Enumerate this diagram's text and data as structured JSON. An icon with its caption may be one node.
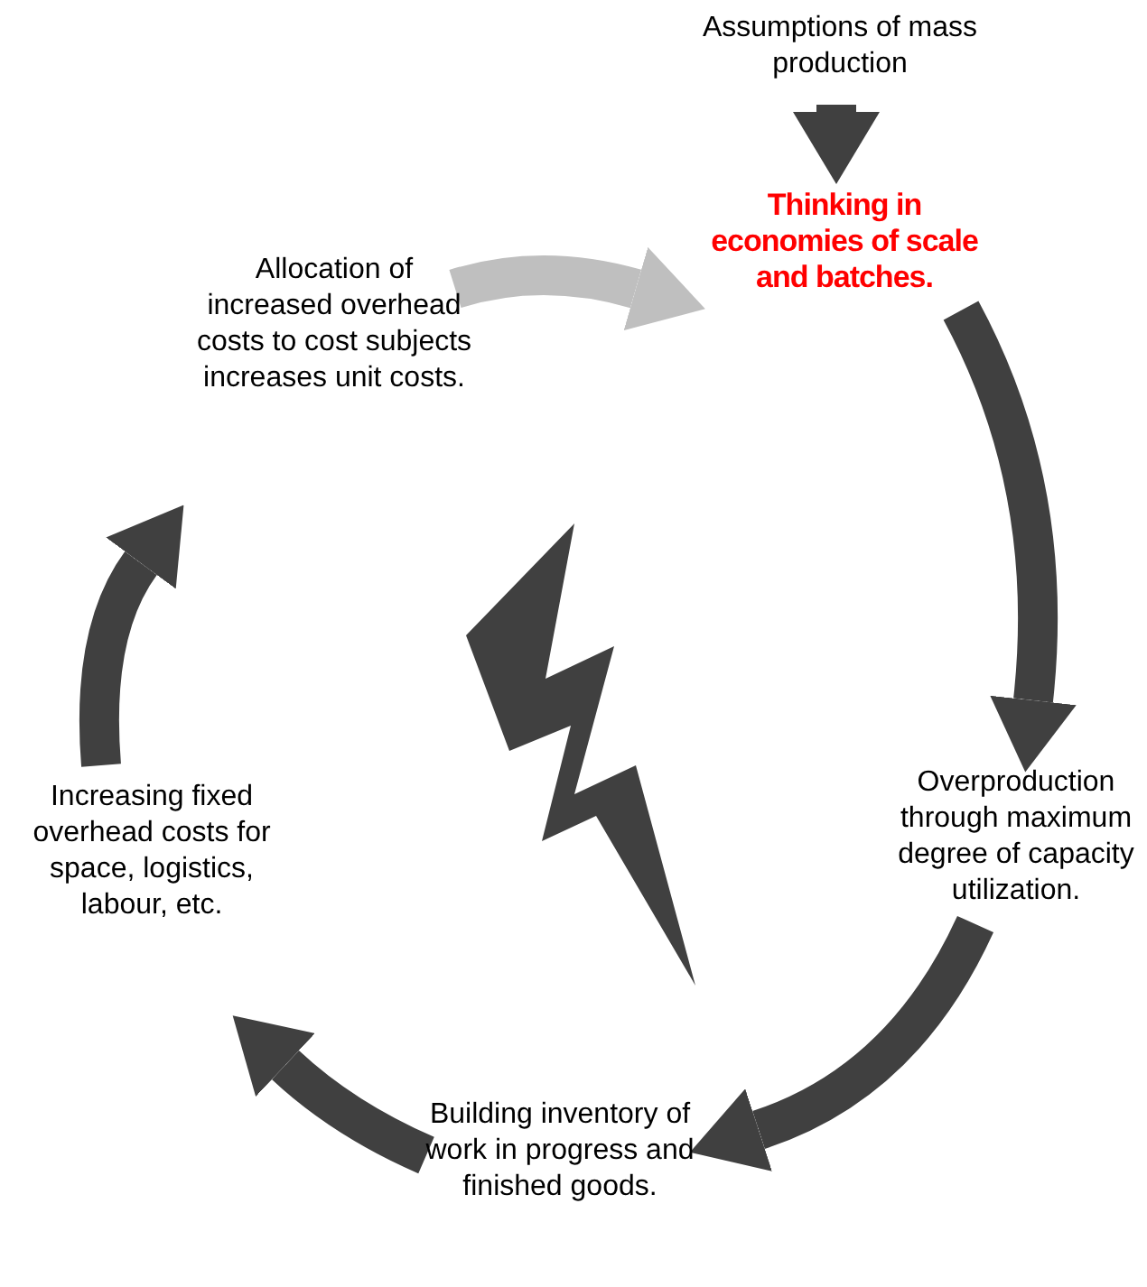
{
  "diagram": {
    "nodes": [
      {
        "text": [
          "Assumptions of mass production"
        ]
      },
      {
        "text": [
          "Thinking in economies of scale and batches."
        ]
      },
      {
        "text": [
          "Overproduction through maximum degree of capacity utilization."
        ]
      },
      {
        "text": [
          "Building inventory of work in progress and finished goods."
        ]
      },
      {
        "text": [
          "Increasing fixed overhead costs for space, logistics, labour, etc."
        ]
      },
      {
        "text": [
          "Allocation of increased overhead costs to cost subjects increases unit costs."
        ]
      }
    ],
    "edges": [
      {
        "from": 0,
        "to": 1,
        "arrow": "to"
      },
      {
        "from": 1,
        "to": 2,
        "arrow": "to"
      },
      {
        "from": 2,
        "to": 3,
        "arrow": "to"
      },
      {
        "from": 3,
        "to": 4,
        "arrow": "to"
      },
      {
        "from": 4,
        "to": 5,
        "arrow": "to"
      },
      {
        "from": 5,
        "to": 1,
        "arrow": "to",
        "color": "#bfbfbf"
      }
    ]
  }
}
